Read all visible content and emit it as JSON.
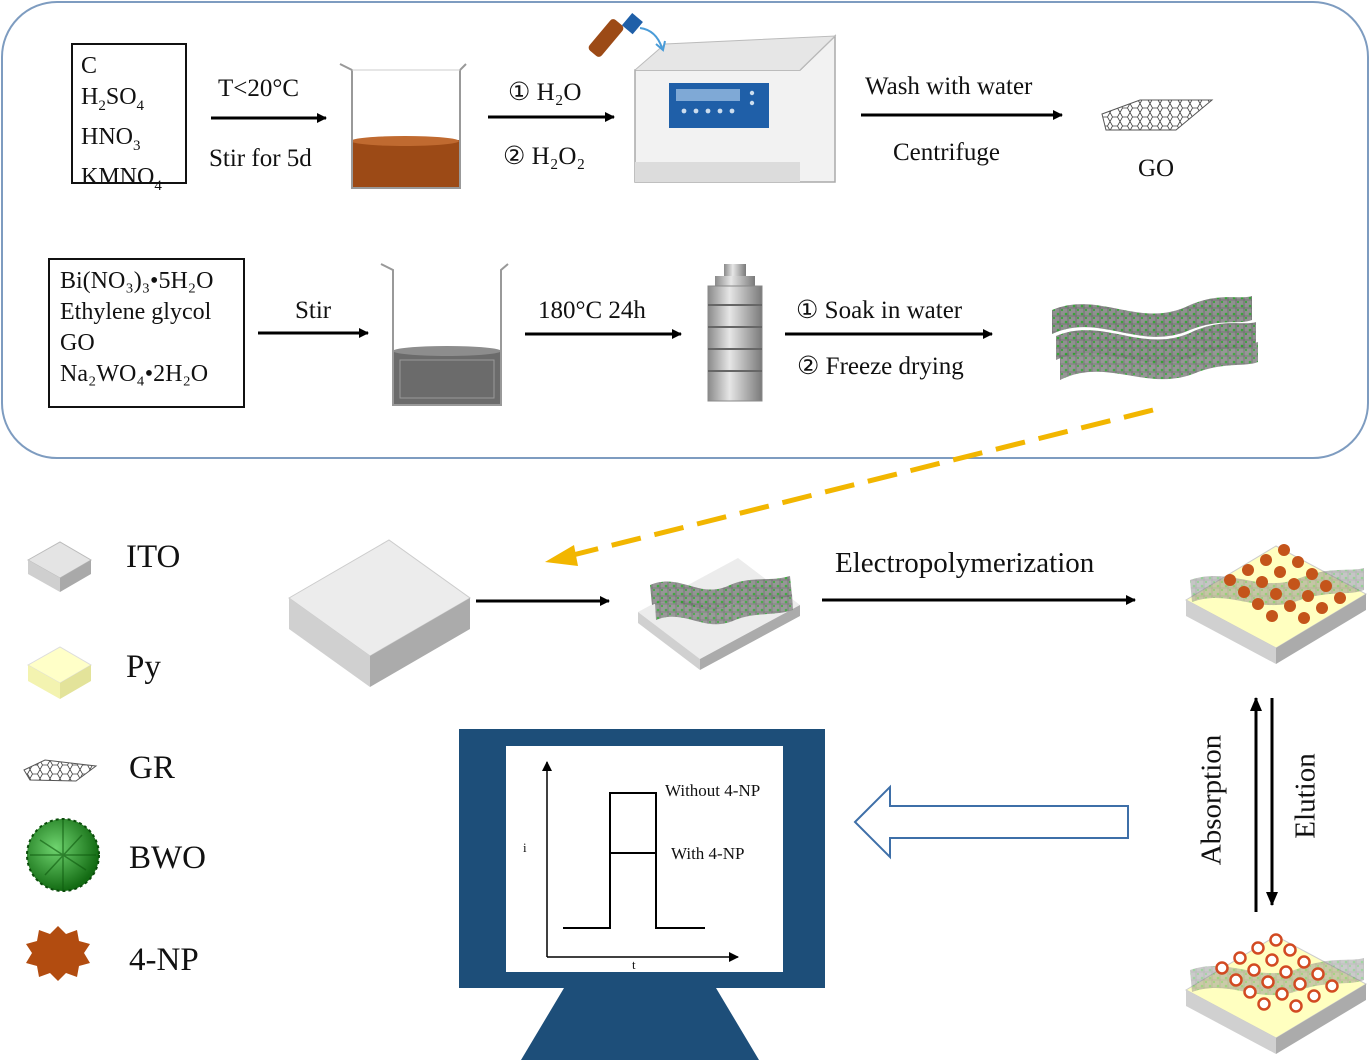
{
  "synthesis": {
    "go_route": {
      "reagents": [
        {
          "main": "C"
        },
        {
          "main": "H",
          "sub1": "2",
          "main2": "SO",
          "sub2": "4"
        },
        {
          "main": "HNO",
          "sub1": "3"
        },
        {
          "main": "KMNO",
          "sub1": "4"
        }
      ],
      "step1_top": "T<20°C",
      "step1_bottom": "Stir for 5d",
      "step2_top": "① H₂O",
      "step2_bottom": "②  H₂O₂",
      "step3_top": "Wash with water",
      "step3_bottom": "Centrifuge",
      "product": "GO"
    },
    "composite_route": {
      "reagents": [
        "Bi(NO₃)₃•5H₂O",
        "Ethylene glycol",
        "GO",
        "Na₂WO₄•2H₂O"
      ],
      "step1": "Stir",
      "step2": "180°C  24h",
      "step3_top": "①  Soak in water",
      "step3_bottom": "② Freeze drying"
    }
  },
  "legend": [
    {
      "label": "ITO",
      "icon": "ito-slab-icon",
      "color": "#e8e8e8"
    },
    {
      "label": "Py",
      "icon": "py-slab-icon",
      "color": "#ffffc8"
    },
    {
      "label": "GR",
      "icon": "graphene-sheet-icon",
      "color": "#555555"
    },
    {
      "label": "BWO",
      "icon": "bwo-sphere-icon",
      "color": "#2a8a2a"
    },
    {
      "label": "4-NP",
      "icon": "4np-star-icon",
      "color": "#b24c10"
    }
  ],
  "electrode": {
    "step_label": "Electropolymerization",
    "absorption": "Absorption",
    "elution": "Elution"
  },
  "monitor": {
    "curve_top": "Without 4-NP",
    "curve_bottom": "With 4-NP",
    "y_axis": "i",
    "x_axis": "t"
  },
  "colors": {
    "panel_border": "#7e9cc0",
    "monitor_frame": "#1d4e79",
    "dashed_arrow": "#f2b600",
    "liquid_brown": "#9c4a16",
    "liquid_gray": "#6b6b6b",
    "np_orange": "#c4541a"
  }
}
